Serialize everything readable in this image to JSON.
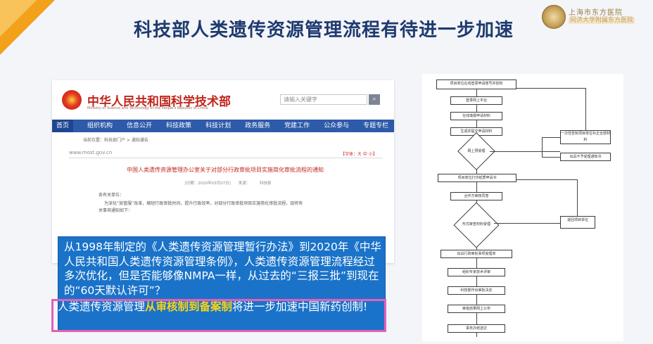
{
  "slide": {
    "title": "科技部人类遗传资源管理流程有待进一步加速"
  },
  "logo": {
    "line1": "上海市东方医院",
    "line2": "同济大学附属东方医院"
  },
  "site": {
    "name": "中华人民共和国科学技术部",
    "subtitle": "Ministry of Science and Technology of the People's Republic of China",
    "search_placeholder": "请输入关键字",
    "nav": [
      "首页",
      "组织机构",
      "信息公开",
      "科技政策",
      "科技计划",
      "政务服务",
      "党建工作",
      "公众参与",
      "专题专栏"
    ],
    "breadcrumb": "当前位置：科技部门户 > 通知通告",
    "url": "www.most.gov.cn",
    "font_size": "【字体：大 中 小】",
    "notice_title": "中国人类遗传资源管理办公室关于对部分行政审批项目实施简化审批流程的通知",
    "notice_meta": "[日期：2020年03月07日]　　来源：　　　科技部",
    "body_lines": [
      "各有关单位：",
      "为深化“放管服”改革，缩短行政审批时间，提升行政效率，对部分行政审批项目实施简化审批流程，现将有",
      "关事项通知如下："
    ]
  },
  "textbox": {
    "paragraph": "从1998年制定的《人类遗传资源管理暂行办法》到2020年《中华人民共和国人类遗传资源管理条例》，人类遗传资源管理流程经过多次优化，但是否能够像NMPA一样，从过去的“三报三批”到现在的“60天默认许可”？",
    "conclusion_prefix": "人类遗传资源管理",
    "conclusion_highlight": "从审核制到备案制",
    "conclusion_suffix": "将进一步加速中国新药创制!"
  },
  "flowchart": {
    "steps": [
      "项目单位在线登录申请账号并授权",
      "登录网上平台",
      "在线填报申请材料",
      "生成并提交申请材料",
      "项目单位打印纸质申请书",
      "合作方审核同意",
      "出具行政审批事项受理单",
      "组织专家技术评审",
      "科技部作出审批决定",
      "审批结果网上公布",
      "事务办结送达"
    ],
    "decisions": [
      "网上预受理",
      "形式审查材料受理"
    ],
    "side_boxes": [
      "一次性告知项目单位补正全部材料",
      "出具不予受理通知书",
      "退回项目单位"
    ]
  }
}
